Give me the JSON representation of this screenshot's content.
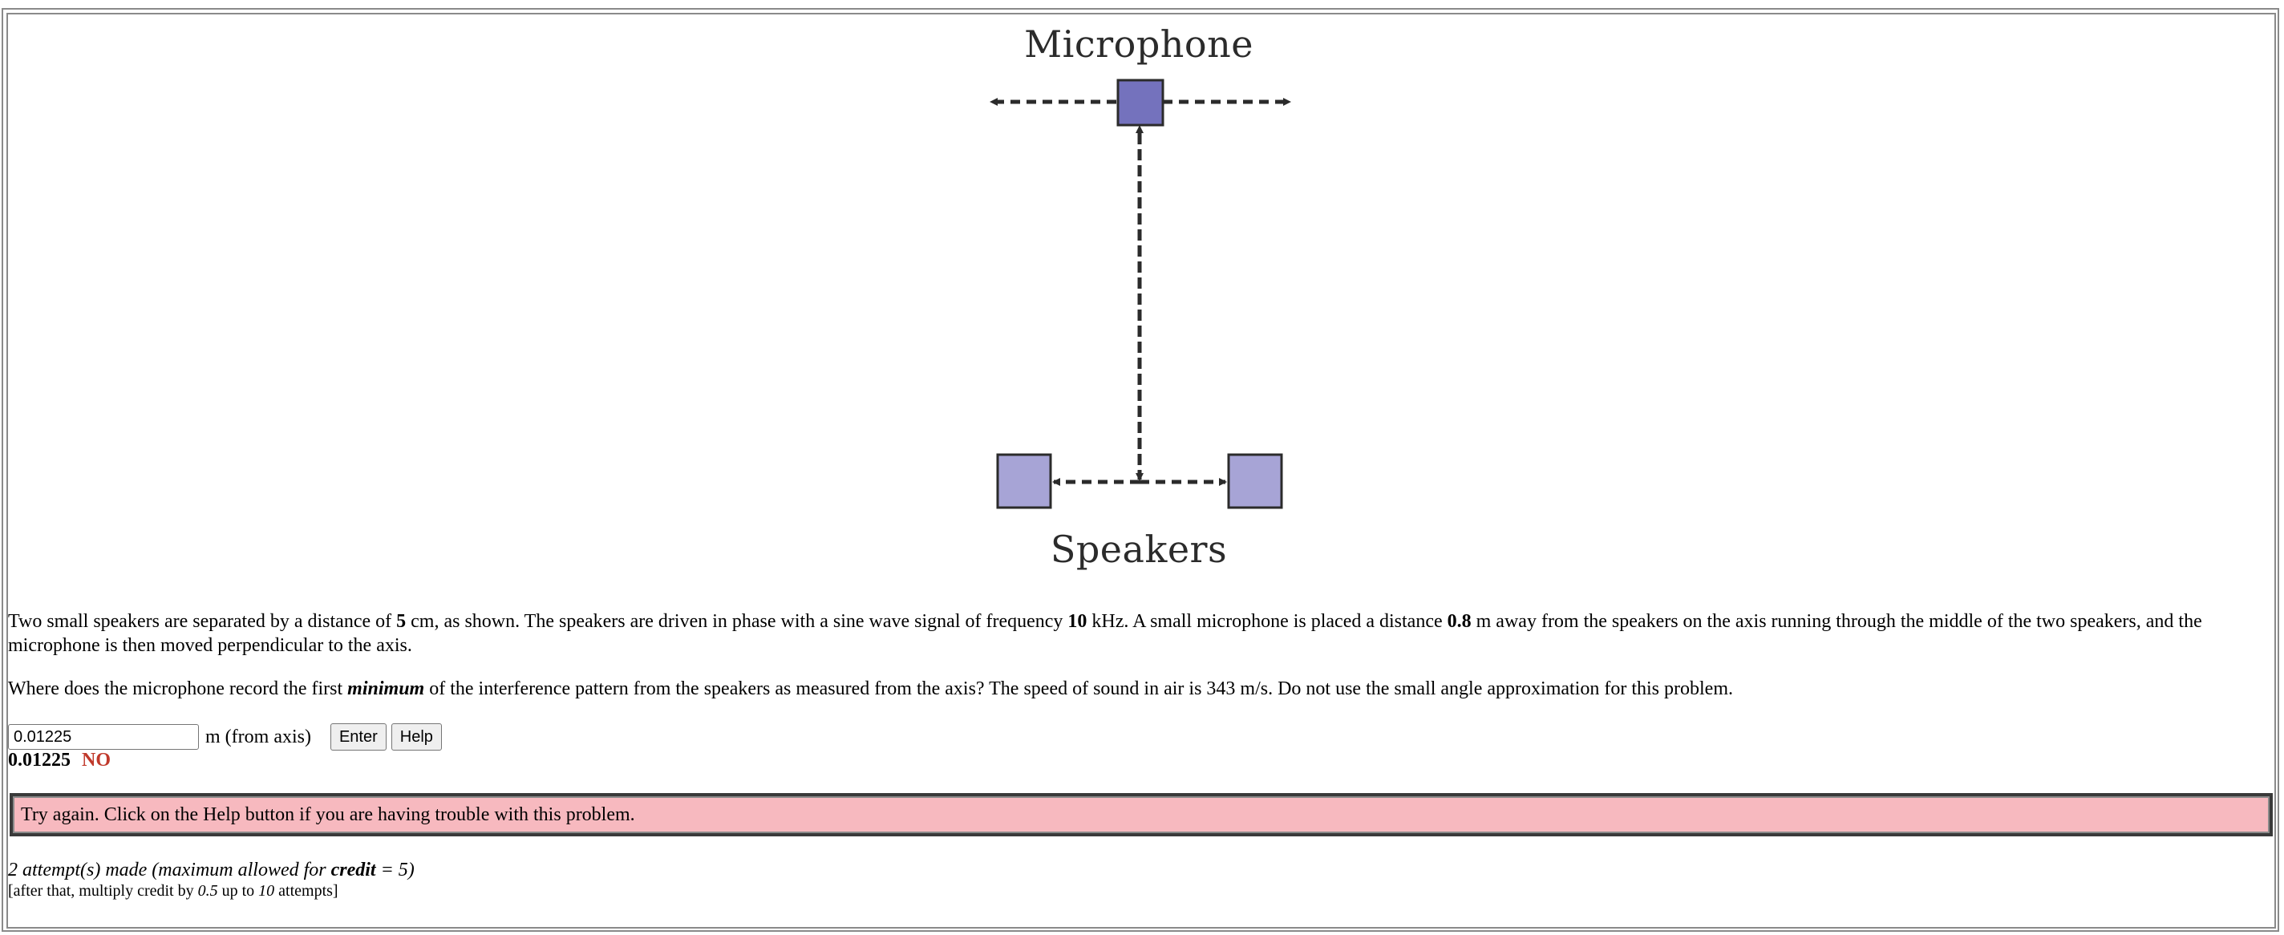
{
  "diagram": {
    "microphone_label": "Microphone",
    "speakers_label": "Speakers",
    "colors": {
      "microphone_fill": "#7472bd",
      "speaker_fill": "#a7a4d6",
      "line": "#2b2b2b"
    }
  },
  "problem": {
    "p1_a": "Two small speakers are separated by a distance of ",
    "p1_distance": "5",
    "p1_b": " cm, as shown. The speakers are driven in phase with a sine wave signal of frequency ",
    "p1_freq": "10",
    "p1_c": " kHz. A small microphone is placed a distance ",
    "p1_mic": "0.8",
    "p1_d": " m away from the speakers on the axis running through the middle of the two speakers, and the microphone is then moved perpendicular to the axis.",
    "p2_a": "Where does the microphone record the first ",
    "p2_em": "minimum",
    "p2_b": " of the interference pattern from the speakers as measured from the axis? The speed of sound in air is 343 m/s. Do not use the small angle approximation for this problem."
  },
  "answer": {
    "value": "0.01225",
    "units": "m (from axis)",
    "enter_label": "Enter",
    "help_label": "Help"
  },
  "previous": {
    "value": "0.01225",
    "verdict": "NO",
    "verdict_color": "#c0392b"
  },
  "message": {
    "text": "Try again. Click on the Help button if you are having trouble with this problem.",
    "bg_color": "#f7b9bf"
  },
  "attempts": {
    "a": "2 attempt(s) made (maximum allowed for ",
    "credit_word": "credit",
    "b": " = 5)",
    "note_a": "[after that, multiply credit by ",
    "factor": "0.5",
    "note_b": " up to ",
    "max": "10",
    "note_c": " attempts]"
  }
}
